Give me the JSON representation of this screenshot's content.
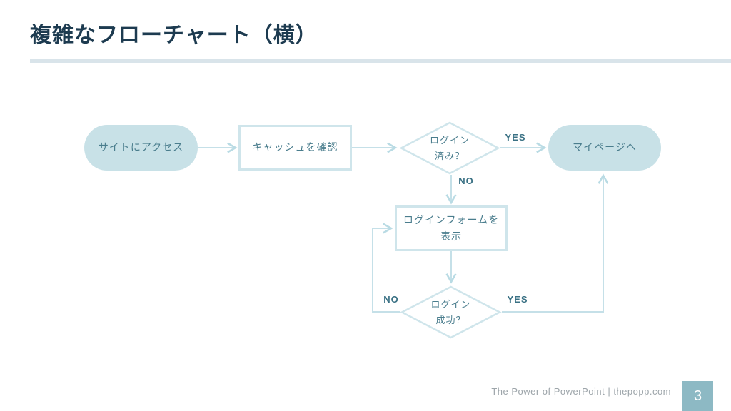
{
  "slide": {
    "title": "複雑なフローチャート（横）",
    "footer": "The Power of PowerPoint | thepopp.com",
    "page_number": "3"
  },
  "flowchart": {
    "nodes": [
      {
        "id": "start",
        "type": "terminator",
        "label": "サイトにアクセス"
      },
      {
        "id": "check-cache",
        "type": "process",
        "label": "キャッシュを確認"
      },
      {
        "id": "logged-in",
        "type": "decision",
        "label": "ログイン\n済み？"
      },
      {
        "id": "my-page",
        "type": "terminator",
        "label": "マイページへ"
      },
      {
        "id": "login-form",
        "type": "process",
        "label": "ログインフォームを\n表示"
      },
      {
        "id": "login-success",
        "type": "decision",
        "label": "ログイン\n成功？"
      }
    ],
    "edge_labels": {
      "logged_in_yes": "YES",
      "logged_in_no": "NO",
      "login_success_yes": "YES",
      "login_success_no": "NO"
    }
  },
  "colors": {
    "title_text": "#1d3b50",
    "title_rule": "#d9e4ea",
    "shape_fill": "#c8e1e7",
    "shape_border": "#cfe5eb",
    "shape_text": "#4a7d8d",
    "connector": "#c5e0e8",
    "edge_label_text": "#3a7184",
    "footer_text": "#9da5aa",
    "page_box": "#8db9c4"
  }
}
